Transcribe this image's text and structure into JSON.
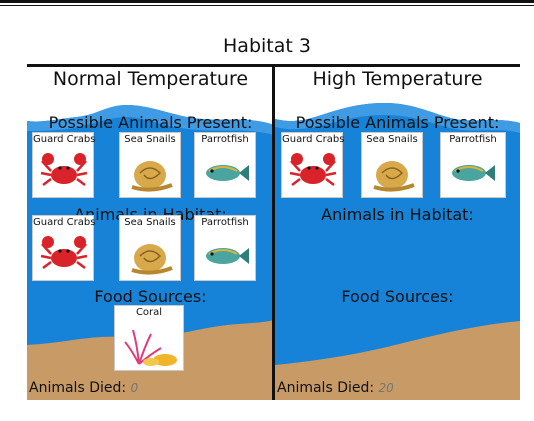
{
  "title": "Habitat 3",
  "columns": [
    {
      "title": "Normal Temperature",
      "possible_label": "Possible Animals Present:",
      "possible_animals": [
        "Guard Crabs",
        "Sea Snails",
        "Parrotfish"
      ],
      "habitat_label": "Animals in Habitat:",
      "habitat_animals": [
        "Guard Crabs",
        "Sea Snails",
        "Parrotfish"
      ],
      "food_label": "Food Sources:",
      "food_sources": [
        "Coral"
      ],
      "died_label": "Animals Died:",
      "died_count": "0"
    },
    {
      "title": "High Temperature",
      "possible_label": "Possible Animals Present:",
      "possible_animals": [
        "Guard Crabs",
        "Sea Snails",
        "Parrotfish"
      ],
      "habitat_label": "Animals in Habitat:",
      "habitat_animals": [],
      "food_label": "Food Sources:",
      "food_sources": [],
      "died_label": "Animals Died:",
      "died_count": "20"
    }
  ],
  "colors": {
    "water": "#1683d8",
    "wave": "#3f9be3",
    "sand": "#c79a66",
    "crab": "#d9232a",
    "snail": "#d8a94a",
    "fish": "#4aa5a0"
  },
  "icons": [
    "crab-icon",
    "snail-icon",
    "parrotfish-icon",
    "coral-icon"
  ]
}
